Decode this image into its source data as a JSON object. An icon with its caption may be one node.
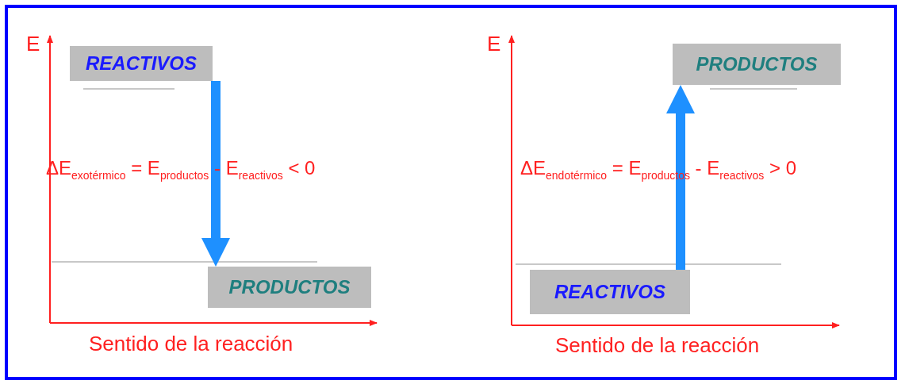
{
  "diagram": {
    "nodes": [
      {
        "text": [
          "REACTIVOS"
        ]
      },
      {
        "text": [
          "PRODUCTOS"
        ]
      },
      {
        "text": [
          "PRODUCTOS"
        ]
      },
      {
        "text": [
          "REACTIVOS"
        ]
      }
    ],
    "edges": [
      {
        "from": 0,
        "to": 1,
        "arrow": "to"
      },
      {
        "from": 3,
        "to": 2,
        "arrow": "to"
      }
    ],
    "labels": [
      "E",
      "ΔE$_{exotérmico}$ = E$_{productos}$ - E$_{reactivos}$ < 0",
      "Sentido de la reacción",
      "E",
      "ΔE$_{endotérmico}$ = E$_{productos}$ - E$_{reactivos}$ > 0",
      "Sentido de la reacción"
    ]
  }
}
